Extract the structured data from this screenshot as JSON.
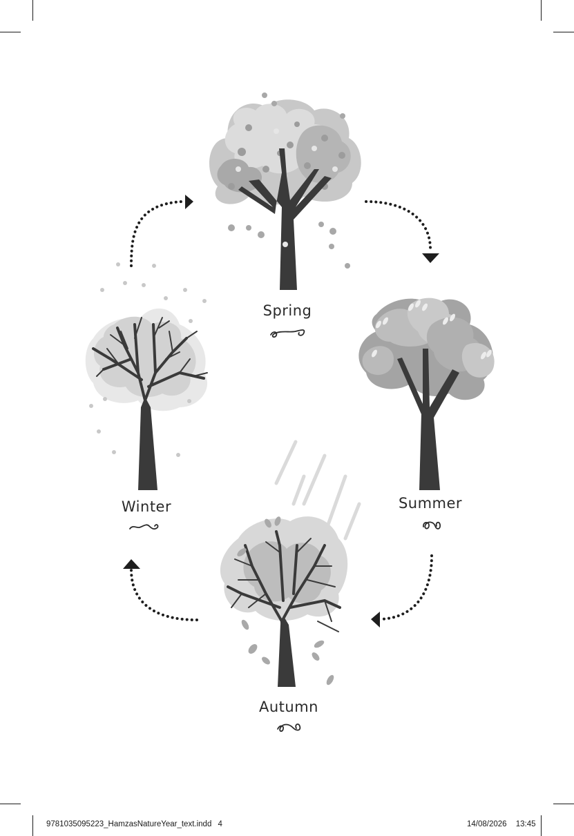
{
  "seasons": {
    "spring": "Spring",
    "summer": "Summer",
    "autumn": "Autumn",
    "winter": "Winter"
  },
  "footer": {
    "filename": "9781035095223_HamzasNatureYear_text.indd",
    "page": "4",
    "date": "14/08/2026",
    "time": "13:45"
  },
  "colors": {
    "trunk": "#3a3a3a",
    "foliage_light": "#d6d6d6",
    "foliage_mid": "#b8b8b8",
    "foliage_dark": "#9a9a9a",
    "arrow": "#1e1e1e"
  }
}
